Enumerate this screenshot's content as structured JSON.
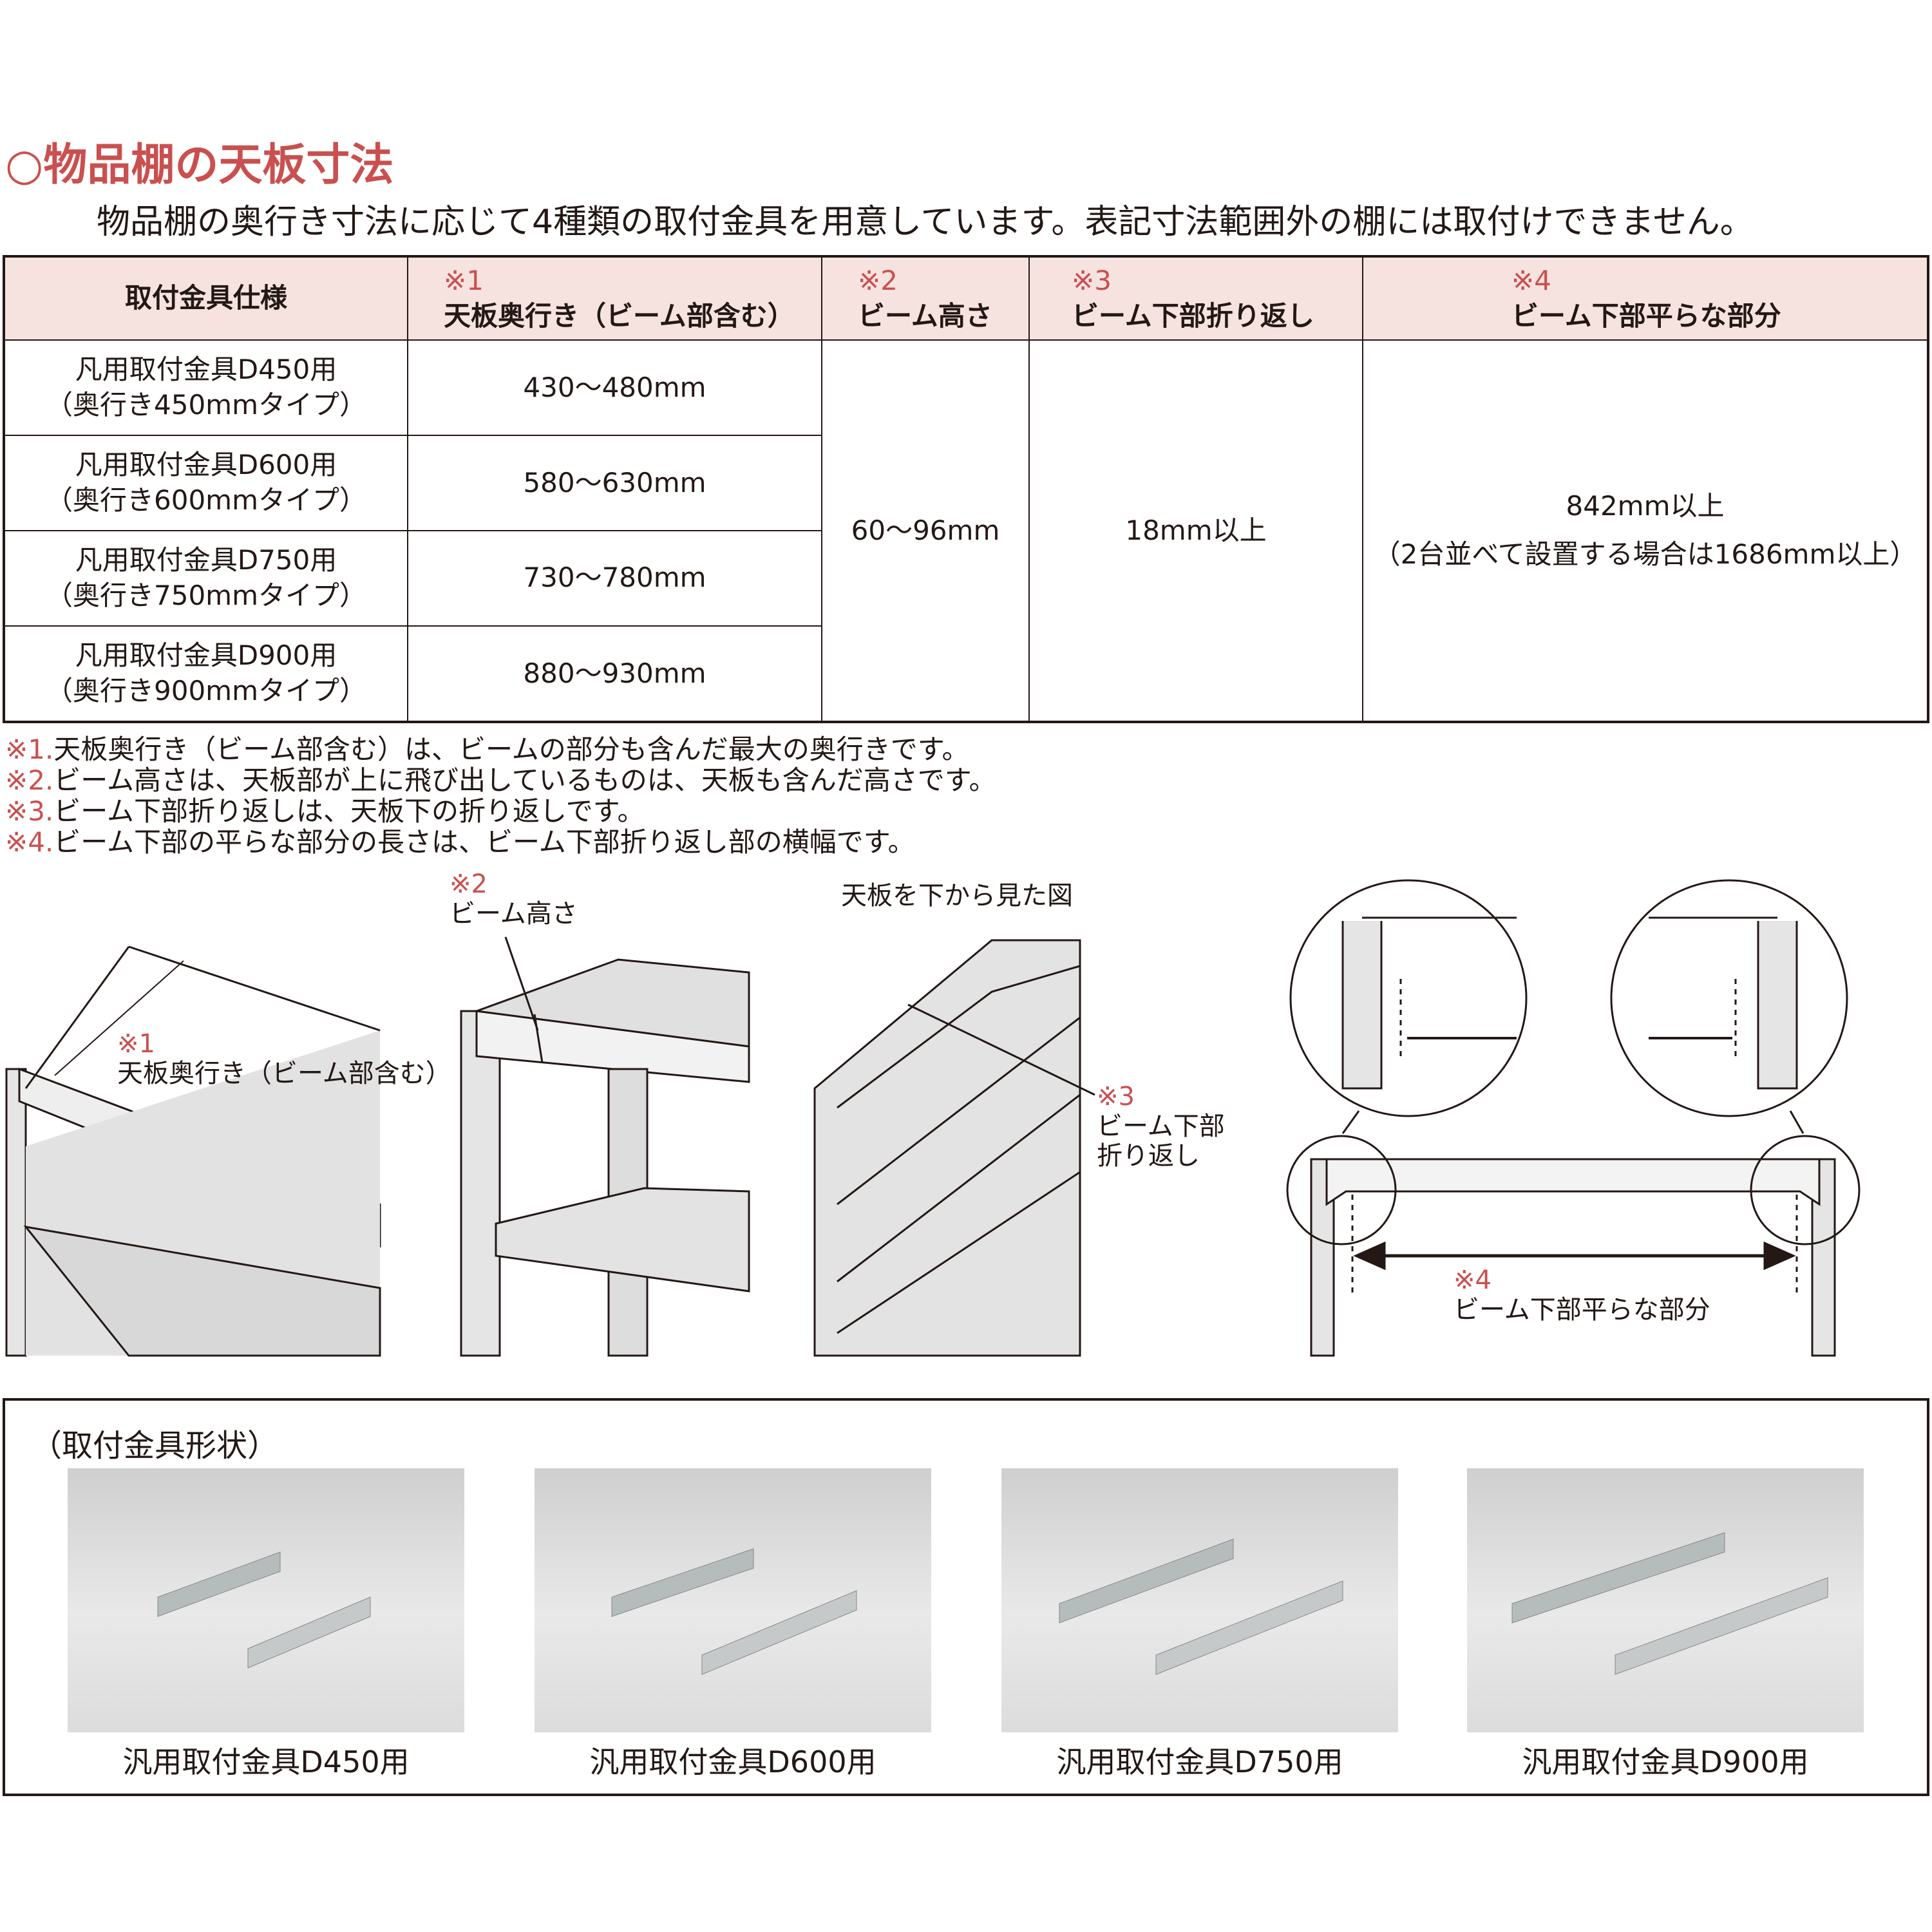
{
  "title": "○物品棚の天板寸法",
  "subtitle": "物品棚の奥行き寸法に応じて4種類の取付金具を用意しています。表記寸法範囲外の棚には取付けできません。",
  "table": {
    "headers": [
      {
        "mark": "",
        "label": "取付金具仕様"
      },
      {
        "mark": "※1",
        "label": "天板奥行き（ビーム部含む）"
      },
      {
        "mark": "※2",
        "label": "ビーム高さ"
      },
      {
        "mark": "※3",
        "label": "ビーム下部折り返し"
      },
      {
        "mark": "※4",
        "label": "ビーム下部平らな部分"
      }
    ],
    "rows": [
      {
        "spec": "凡用取付金具D450用",
        "type": "（奥行き450mmタイプ）",
        "depth": "430〜480mm"
      },
      {
        "spec": "凡用取付金具D600用",
        "type": "（奥行き600mmタイプ）",
        "depth": "580〜630mm"
      },
      {
        "spec": "凡用取付金具D750用",
        "type": "（奥行き750mmタイプ）",
        "depth": "730〜780mm"
      },
      {
        "spec": "凡用取付金具D900用",
        "type": "（奥行き900mmタイプ）",
        "depth": "880〜930mm"
      }
    ],
    "beam_height": "60〜96mm",
    "beam_fold": "18mm以上",
    "beam_flat": "842mm以上",
    "beam_flat_note": "（2台並べて設置する場合は1686mm以上）"
  },
  "notes": [
    {
      "mark": "※1.",
      "text": "天板奥行き（ビーム部含む）は、ビームの部分も含んだ最大の奥行きです。"
    },
    {
      "mark": "※2.",
      "text": "ビーム高さは、天板部が上に飛び出しているものは、天板も含んだ高さです。"
    },
    {
      "mark": "※3.",
      "text": "ビーム下部折り返しは、天板下の折り返しです。"
    },
    {
      "mark": "※4.",
      "text": "ビーム下部の平らな部分の長さは、ビーム下部折り返し部の横幅です。"
    }
  ],
  "diagrams": {
    "d1_mark": "※1",
    "d1_label": "天板奥行き（ビーム部含む）",
    "d2_mark": "※2",
    "d2_label": "ビーム高さ",
    "d3_title": "天板を下から見た図",
    "d3_mark": "※3",
    "d3_label1": "ビーム下部",
    "d3_label2": "折り返し",
    "d4_mark": "※4",
    "d4_label": "ビーム下部平らな部分"
  },
  "shapes": {
    "title": "（取付金具形状）",
    "items": [
      "汎用取付金具D450用",
      "汎用取付金具D600用",
      "汎用取付金具D750用",
      "汎用取付金具D900用"
    ]
  }
}
